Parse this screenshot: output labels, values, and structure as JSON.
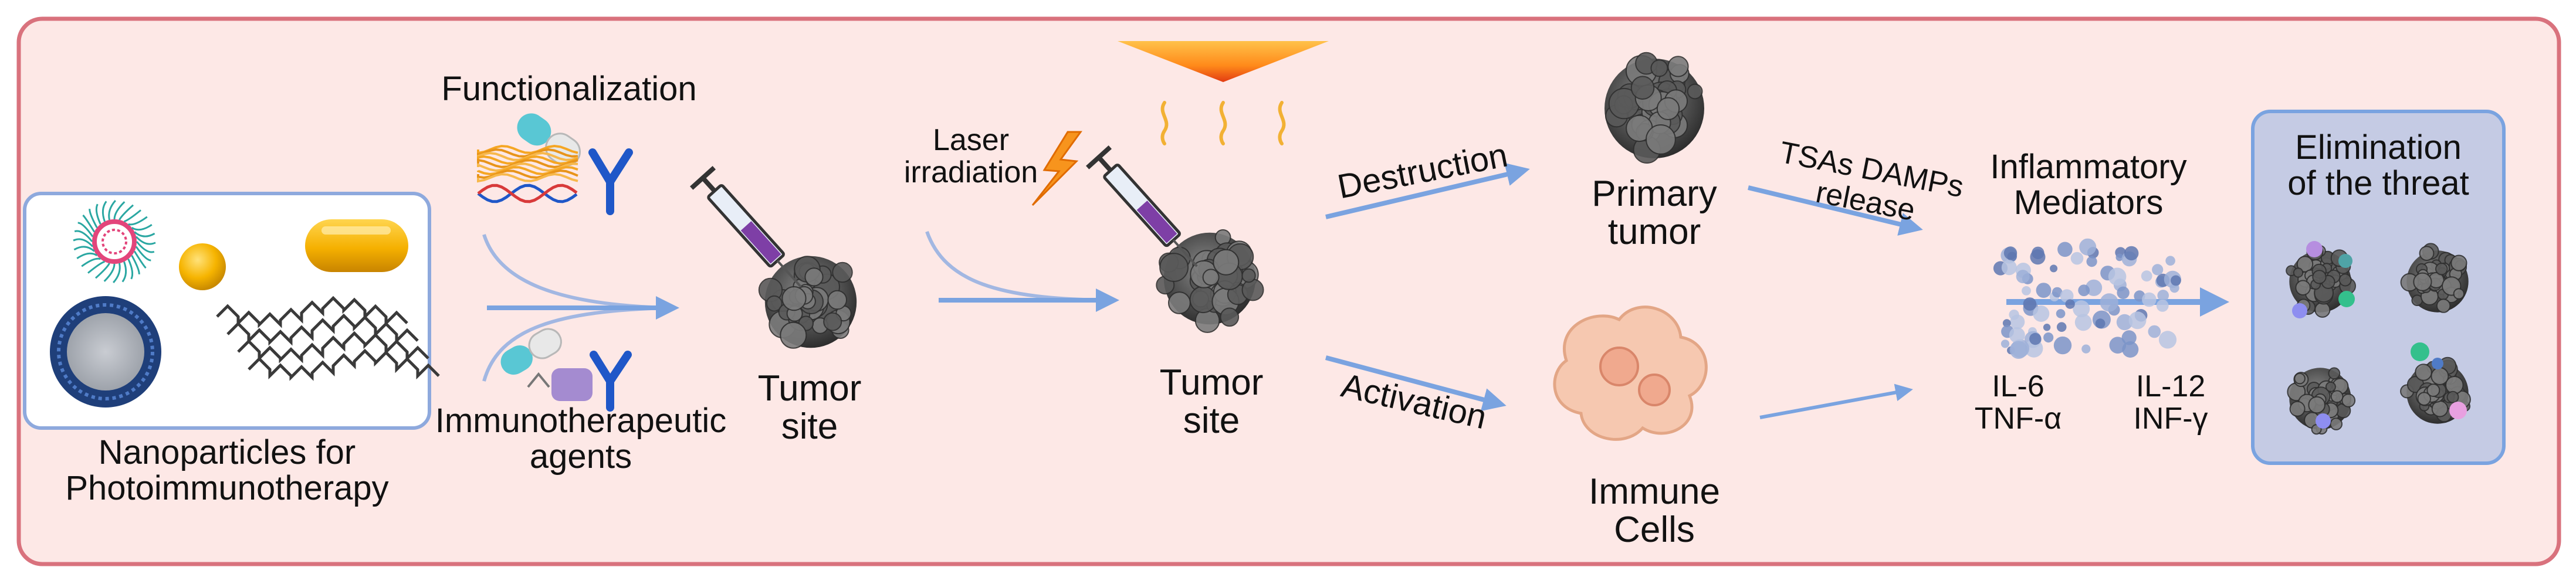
{
  "colors": {
    "panel_fill": "#fde8e6",
    "panel_border": "#d9727d",
    "box_fill": "#ffffff",
    "box_border": "#8ea9dd",
    "final_box_fill": "#c5cbe4",
    "arrow": "#7aa3e0",
    "tumor_dark": "#3c3c3c",
    "immune_cell": "#f6c8b0",
    "laser": "#f5a623",
    "gold": "#f6b400"
  },
  "labels": {
    "nanoparticles": [
      "Nanoparticles for",
      "Photoimmunotherapy"
    ],
    "functionalization": "Functionalization",
    "immunotherapeutic": [
      "Immunotherapeutic",
      "agents"
    ],
    "tumor_site_1": [
      "Tumor",
      "site"
    ],
    "laser_irradiation": [
      "Laser",
      "irradiation"
    ],
    "tumor_site_2": [
      "Tumor",
      "site"
    ],
    "destruction": "Destruction",
    "activation": "Activation",
    "primary_tumor": [
      "Primary",
      "tumor"
    ],
    "immune_cells": [
      "Immune",
      "Cells"
    ],
    "tsas_damps": [
      "TSAs DAMPs",
      "release"
    ],
    "inflammatory_mediators": [
      "Inflammatory",
      "Mediators"
    ],
    "cytokines_left": [
      "IL-6",
      "TNF-α"
    ],
    "cytokines_right": [
      "IL-12",
      "INF-γ"
    ],
    "elimination": [
      "Elimination",
      "of the threat"
    ]
  },
  "icons": {
    "micelle": "micelle-icon",
    "gold_nanoparticle": "gold-nanoparticle-icon",
    "nanocapsule": "nanocapsule-icon",
    "mesoporous_silica": "mesoporous-silica-icon",
    "graphene_sheet": "graphene-sheet-icon",
    "syringe": "syringe-icon",
    "laser_bolt": "laser-bolt-icon",
    "heat_waves": "heat-wave-icon",
    "tumor": "tumor-icon",
    "immune_cell": "immune-cell-icon",
    "antibody": "antibody-icon",
    "dna": "dna-icon",
    "capsule": "capsule-icon"
  }
}
